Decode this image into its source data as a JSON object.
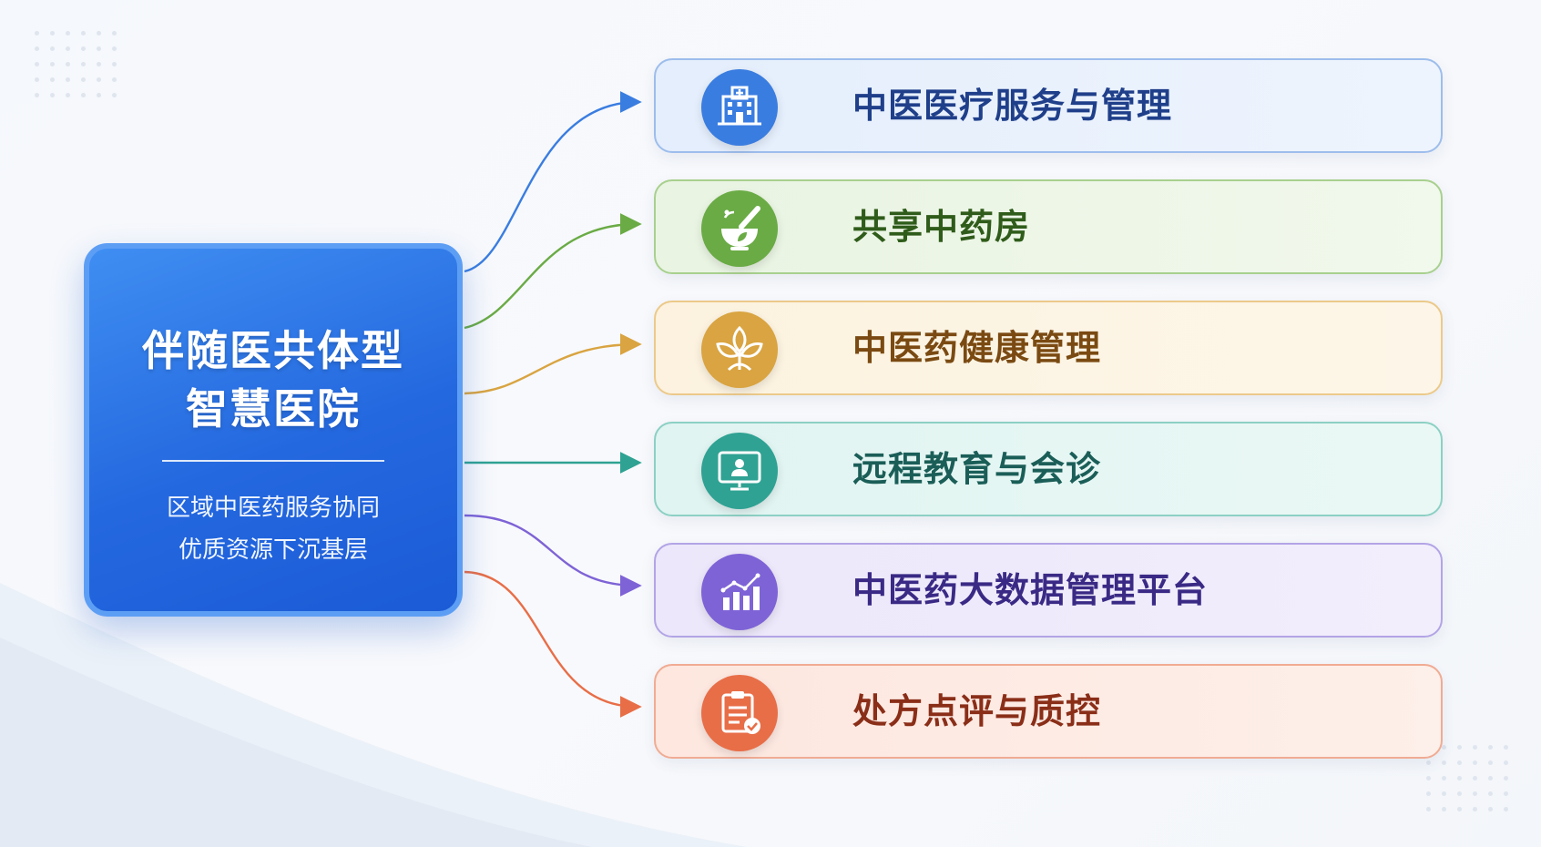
{
  "hub": {
    "title_line1": "伴随医共体型",
    "title_line2": "智慧医院",
    "subtitle_line1": "区域中医药服务协同",
    "subtitle_line2": "优质资源下沉基层"
  },
  "modules": [
    {
      "label": "中医医疗服务与管理",
      "icon": "hospital-icon",
      "color": "#3a7de0"
    },
    {
      "label": "共享中药房",
      "icon": "mortar-pestle-icon",
      "color": "#6aab45"
    },
    {
      "label": "中医药健康管理",
      "icon": "leaf-icon",
      "color": "#d9a441"
    },
    {
      "label": "远程教育与会诊",
      "icon": "telemedicine-icon",
      "color": "#2fa293"
    },
    {
      "label": "中医药大数据管理平台",
      "icon": "bar-chart-icon",
      "color": "#7e63d6"
    },
    {
      "label": "处方点评与质控",
      "icon": "clipboard-check-icon",
      "color": "#e86e48"
    }
  ]
}
